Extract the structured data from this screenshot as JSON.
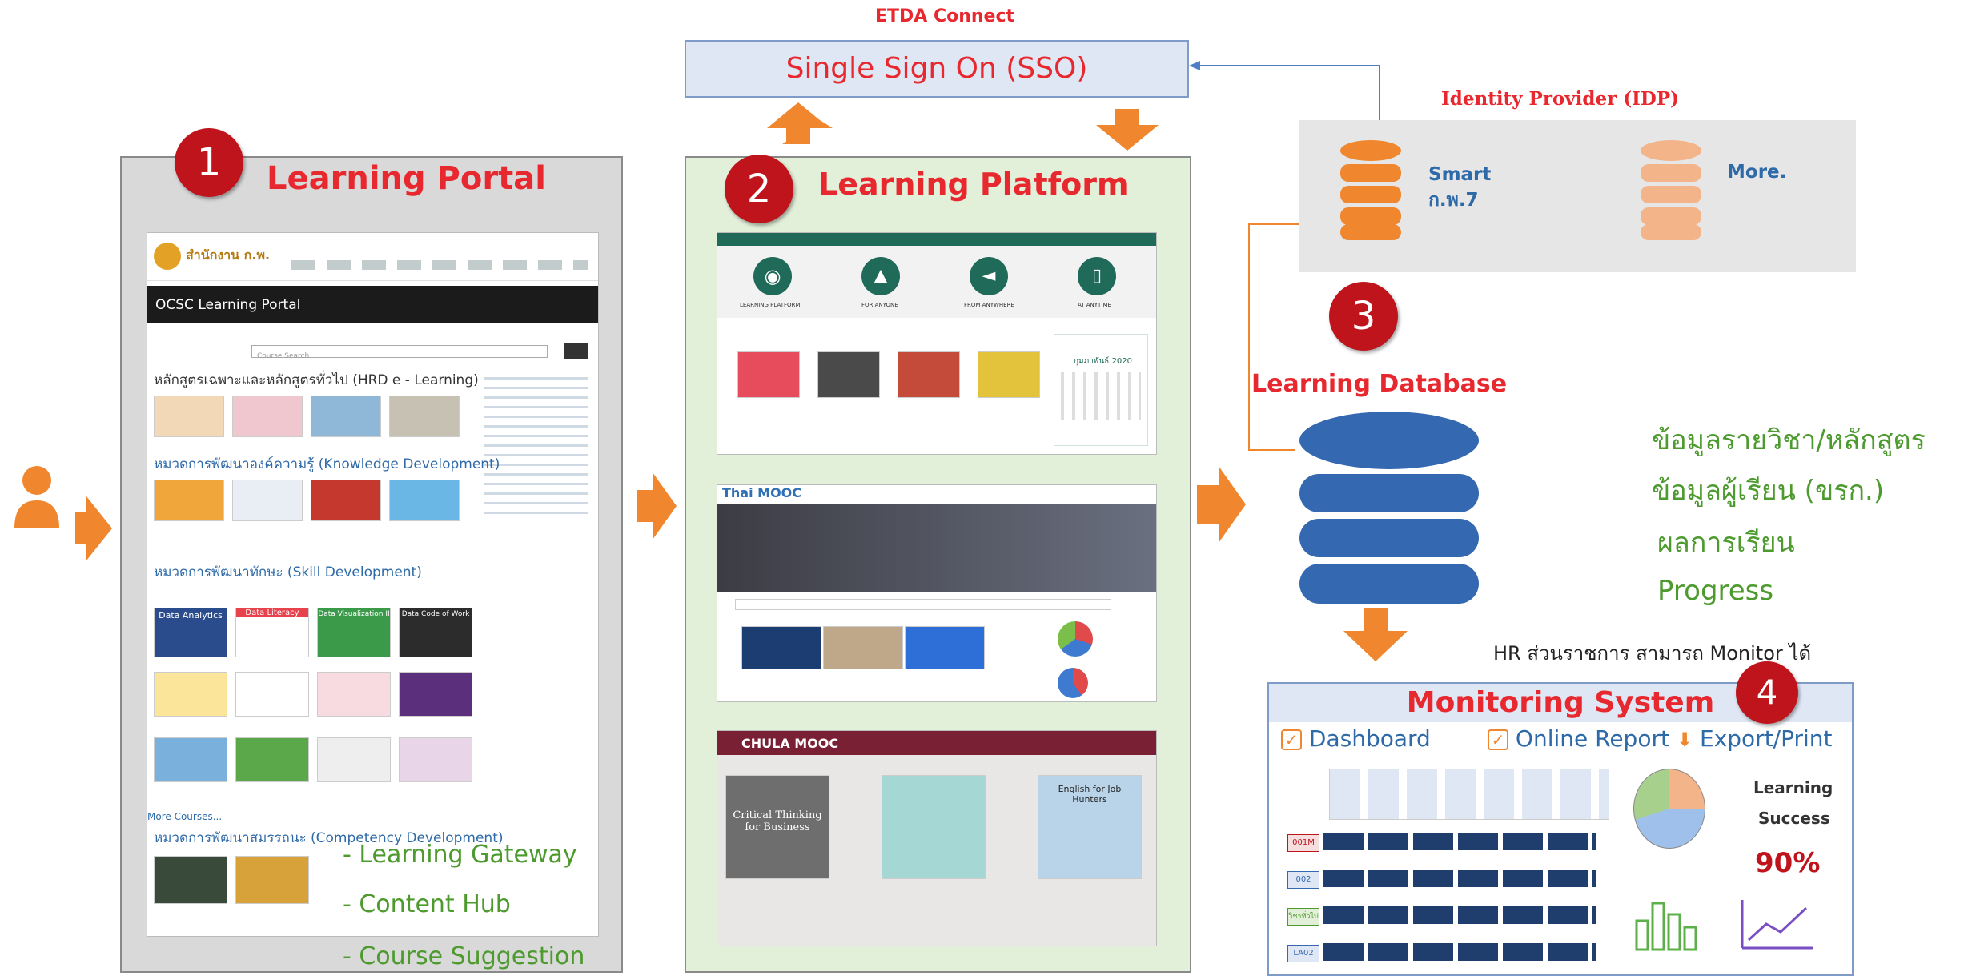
{
  "sso": {
    "header": "ETDA Connect",
    "title": "Single Sign On (SSO)"
  },
  "idp": {
    "title": "Identity Provider (IDP)",
    "smart": "Smart\nก.พ.7",
    "more": "More."
  },
  "portal": {
    "number": "1",
    "title": "Learning Portal",
    "site_name": "สำนักงาน ก.พ.",
    "banner": "OCSC Learning Portal",
    "search_placeholder": "Course Search",
    "section1": "หลักสูตรเฉพาะและหลักสูตรทั่วไป (HRD e - Learning)",
    "section2": "หมวดการพัฒนาองค์ความรู้ (Knowledge Development)",
    "section3": "หมวดการพัฒนาทักษะ (Skill Development)",
    "section4": "หมวดการพัฒนาสมรรถนะ (Competency Development)",
    "more_courses": "More Courses...",
    "skill_cards": [
      "Data Analytics",
      "Data Literacy",
      "Data Visualization II",
      "Data Code of Work"
    ],
    "features": [
      "- Learning Gateway",
      "- Content Hub",
      "- Course Suggestion"
    ]
  },
  "platform": {
    "number": "2",
    "title": "Learning Platform",
    "icons": [
      "LEARNING PLATFORM",
      "FOR ANYONE",
      "FROM ANYWHERE",
      "AT ANYTIME"
    ],
    "calendar": "กุมภาพันธ์ 2020",
    "thaimooc": "Thai MOOC",
    "chula": "CHULA MOOC",
    "chula_courses": [
      "Critical Thinking for Business",
      "English for Job Hunters"
    ]
  },
  "database": {
    "number": "3",
    "title": "Learning Database"
  },
  "data_list": [
    "ข้อมูลรายวิชา/หลักสูตร",
    "ข้อมูลผู้เรียน (ขรก.)",
    "ผลการเรียน",
    "Progress"
  ],
  "hr_note": "HR ส่วนราชการ สามารถ Monitor ได้",
  "monitor": {
    "number": "4",
    "title": "Monitoring System",
    "items": [
      "Dashboard",
      "Online Report",
      "Export/Print"
    ],
    "rows": [
      "001M",
      "002",
      "วิชาทั่วไป",
      "LA02"
    ],
    "success_label_1": "Learning",
    "success_label_2": "Success",
    "success_value": "90%"
  },
  "colors": {
    "orange": "#f0872e",
    "red": "#e8282f",
    "blue_db": "#3468b1",
    "green_text": "#4d9a2e"
  }
}
